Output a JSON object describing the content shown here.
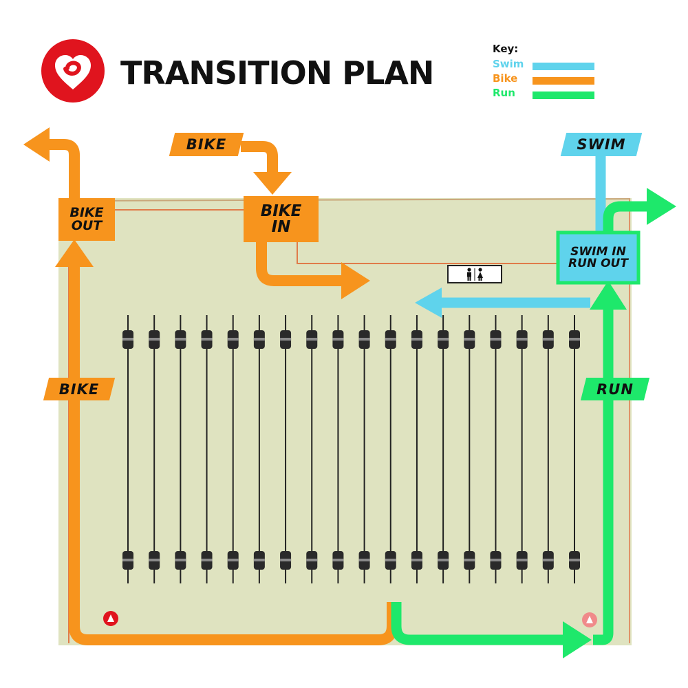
{
  "header": {
    "title": "TRANSITION PLAN",
    "logo_icon": "heart-swirl-logo-icon",
    "logo_color": "#e0141e"
  },
  "key": {
    "title": "Key:",
    "items": [
      {
        "label": "Swim",
        "color": "#5fd3ec"
      },
      {
        "label": "Bike",
        "color": "#f7941d"
      },
      {
        "label": "Run",
        "color": "#1ee86b"
      }
    ]
  },
  "map": {
    "area_color": "#dfe3c0",
    "rack_count": 18,
    "restroom_icon": "restroom-icon",
    "cone_icon": "cone-icon"
  },
  "labels": {
    "bike_top": "BIKE",
    "swim_top": "SWIM",
    "bike_side": "BIKE",
    "run_side": "RUN",
    "bike_out": [
      "BIKE",
      "OUT"
    ],
    "bike_in": [
      "BIKE",
      "IN"
    ],
    "swim_in_run_out": [
      "SWIM IN",
      "RUN OUT"
    ]
  },
  "colors": {
    "swim": "#5fd3ec",
    "bike": "#f7941d",
    "run": "#1ee86b",
    "run_border": "#12c84f"
  }
}
